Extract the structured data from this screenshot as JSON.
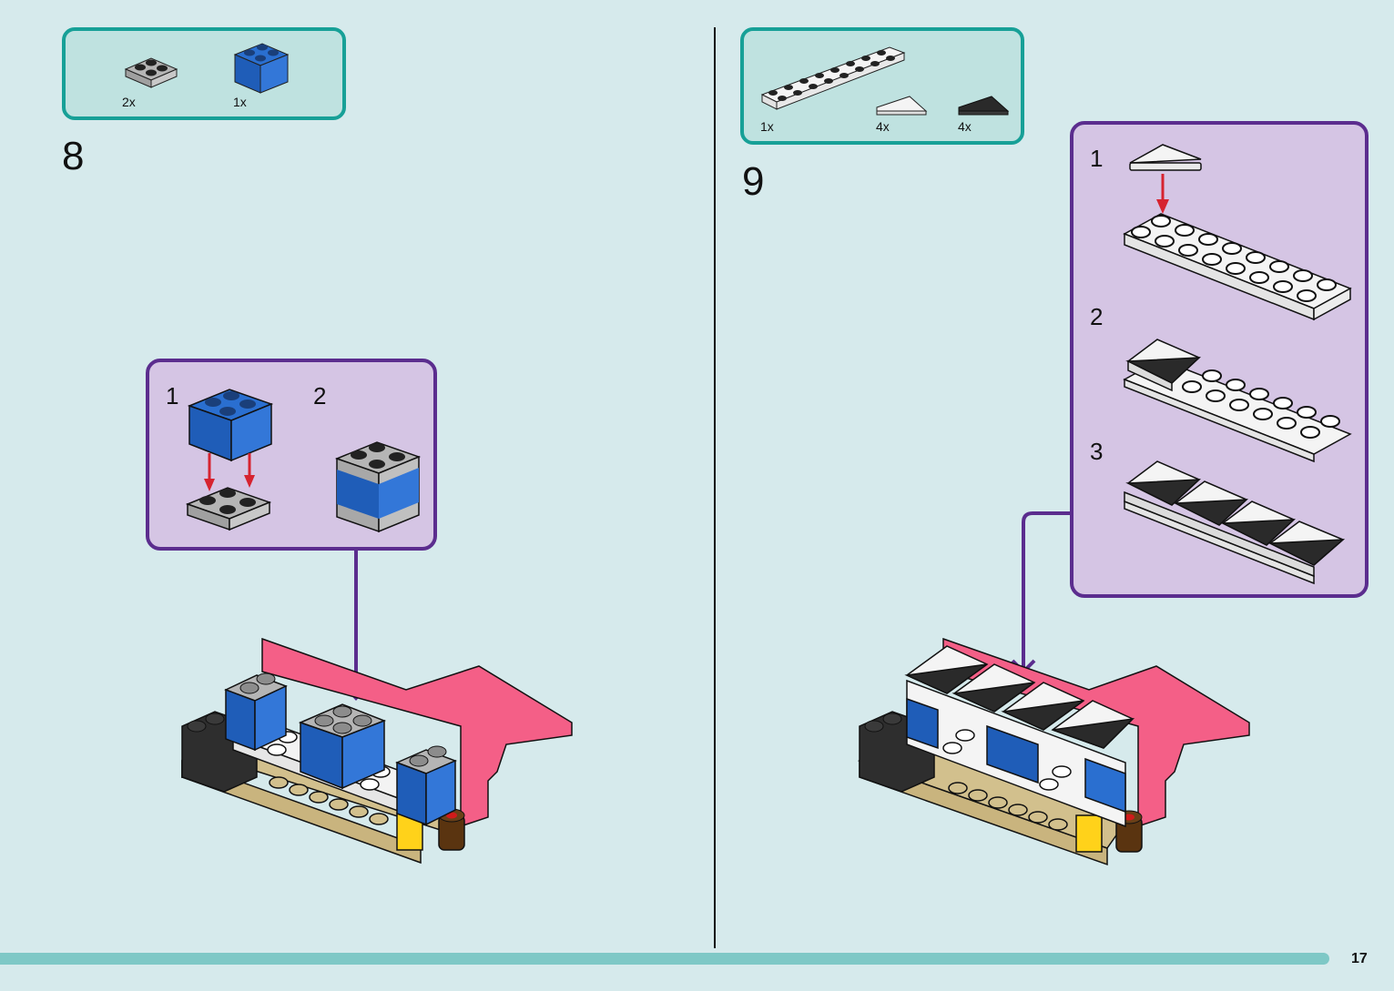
{
  "page": {
    "number": "17",
    "progress_percent": 95,
    "colors": {
      "background": "#d6eaec",
      "parts_box_border": "#17a097",
      "parts_box_fill": "#bfe2e0",
      "sub_box_border": "#5b2d8e",
      "sub_box_fill": "#d5c5e4",
      "progress_bar": "#7ec8c6",
      "arrow_red": "#d6232f"
    }
  },
  "steps": [
    {
      "number": "8",
      "parts": [
        {
          "icon": "gray-plate-2x2-icon",
          "qty": "2x"
        },
        {
          "icon": "blue-brick-2x2-icon",
          "qty": "1x"
        }
      ],
      "sub_steps": [
        {
          "number": "1"
        },
        {
          "number": "2"
        }
      ]
    },
    {
      "number": "9",
      "parts": [
        {
          "icon": "white-plate-2x8-icon",
          "qty": "1x"
        },
        {
          "icon": "white-wedge-tile-icon",
          "qty": "4x"
        },
        {
          "icon": "black-wedge-tile-icon",
          "qty": "4x"
        }
      ],
      "sub_steps": [
        {
          "number": "1"
        },
        {
          "number": "2"
        },
        {
          "number": "3"
        }
      ]
    }
  ]
}
